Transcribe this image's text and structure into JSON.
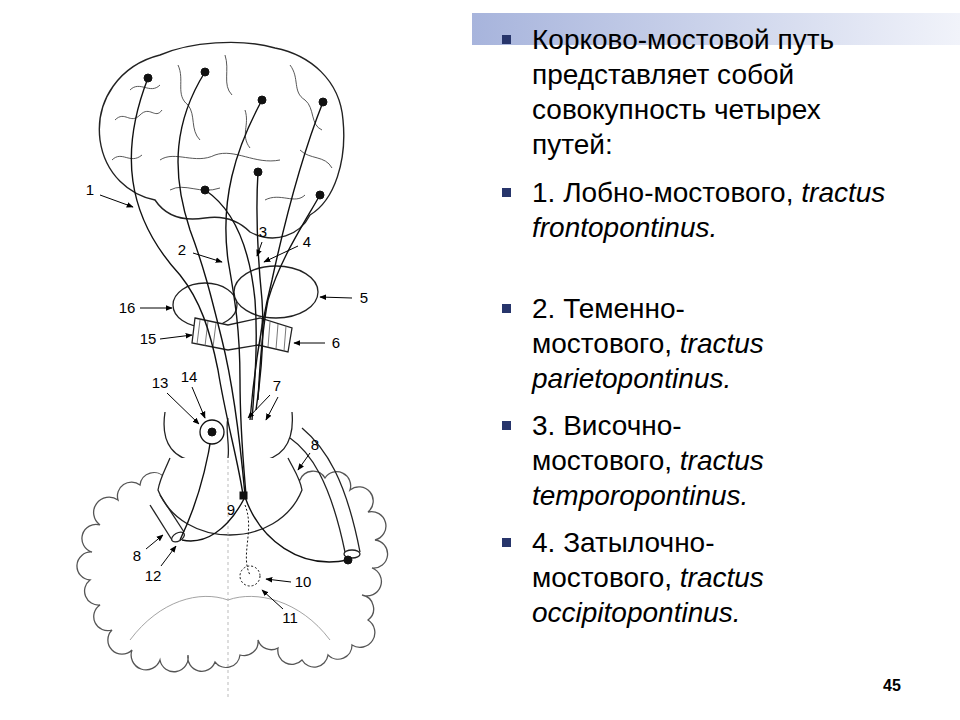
{
  "diagram": {
    "labels": [
      "Корково-мостовой путь представляет собой совокупность четырех путей:",
      "1. Лобно-мостового,",
      "tractus frontopontinus.",
      "2. Теменно-мостового,",
      "tractus parietopontinus.",
      "3. Височно-мостового,",
      "tractus temporopontinus.",
      "4. Затылочно-мостового,",
      "tractus occipitopontinus.",
      "1",
      "2",
      "3",
      "4",
      "5",
      "6",
      "7",
      "8",
      "9",
      "10",
      "11",
      "12",
      "8",
      "13",
      "14",
      "15",
      "16",
      "45"
    ]
  }
}
